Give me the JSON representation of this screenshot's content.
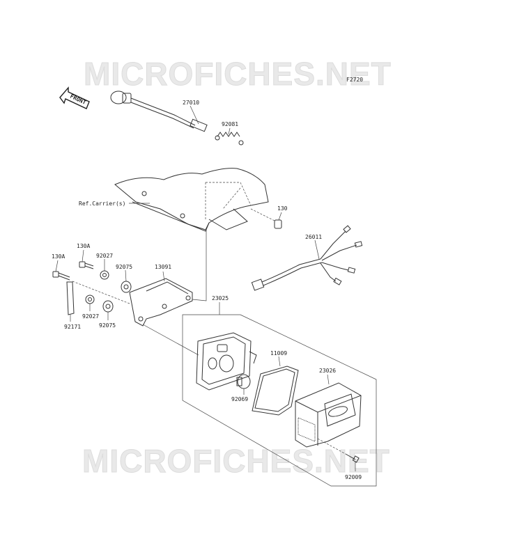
{
  "diagram": {
    "ref_code": "F2720",
    "front_label": "FRONT",
    "watermark": "MICROFICHES.NET",
    "parts": {
      "p27010": "27010",
      "p92081": "92081",
      "ref_carrier": "Ref.Carrier(s)",
      "p130": "130",
      "p26011": "26011",
      "p130A_a": "130A",
      "p130A_b": "130A",
      "p92027_a": "92027",
      "p92075_a": "92075",
      "p13091": "13091",
      "p23025": "23025",
      "p92027_b": "92027",
      "p92075_b": "92075",
      "p92171": "92171",
      "p11009": "11009",
      "p23026": "23026",
      "p92069": "92069",
      "p92009": "92009"
    }
  }
}
